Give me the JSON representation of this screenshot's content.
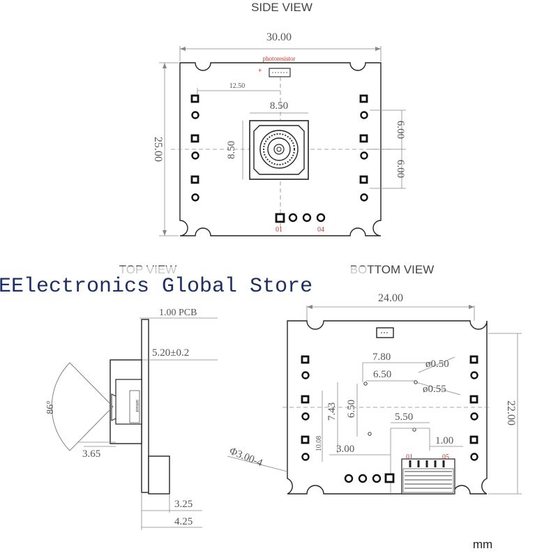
{
  "side_view": {
    "title": "SIDE VIEW",
    "width_label": "30.00",
    "height_label": "25.00",
    "photoresistor_label": "photoresistor",
    "offset_label": "12.50",
    "lens_width_label": "8.50",
    "lens_height_label": "8.50",
    "pitch_upper_label": "6.00",
    "pitch_lower_label": "6.00",
    "pin_first_label": "01",
    "pin_last_label": "04"
  },
  "top_view": {
    "title": "TOP VIEW",
    "pcb_label": "1.00 PCB",
    "height_label": "5.20±0.2",
    "angle_label": "86°",
    "lens_label": "3.65",
    "dim_a_label": "3.25",
    "dim_b_label": "4.25"
  },
  "bottom_view": {
    "title": "BOTTOM VIEW",
    "width_label": "24.00",
    "height_label": "22.00",
    "dim_780": "7.80",
    "dim_650": "6.50",
    "dim_050": "ø0.50",
    "dim_055": "ø0.55",
    "dim_743": "7.43",
    "dim_650v": "6.50",
    "dim_1008": "10.08",
    "dim_550": "5.50",
    "dim_300": "3.00",
    "dim_100": "1.00",
    "hole_label": "Φ3.00-4",
    "connector_first": "01",
    "connector_last": "05"
  },
  "store_watermark": "EElectronics Global Store",
  "unit_label": "mm"
}
